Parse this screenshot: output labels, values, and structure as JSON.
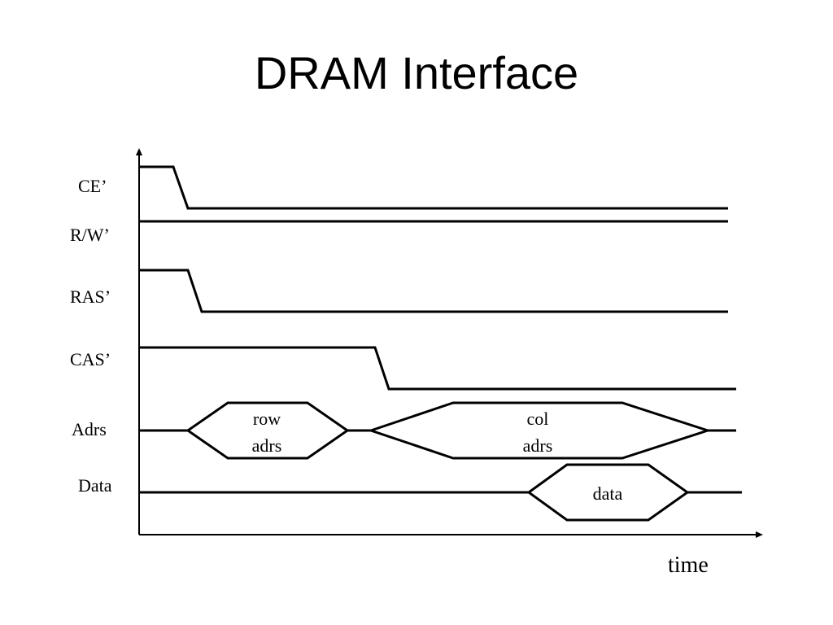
{
  "slide": {
    "title": "DRAM Interface"
  },
  "diagram": {
    "signals": [
      {
        "id": "ce",
        "label": "CE’"
      },
      {
        "id": "rw",
        "label": "R/W’"
      },
      {
        "id": "ras",
        "label": "RAS’"
      },
      {
        "id": "cas",
        "label": "CAS’"
      },
      {
        "id": "adrs",
        "label": "Adrs"
      },
      {
        "id": "data",
        "label": "Data"
      }
    ],
    "bus_segments": {
      "row_adrs": [
        "row",
        "adrs"
      ],
      "col_adrs": [
        "col",
        "adrs"
      ],
      "data": "data"
    },
    "x_axis_label": "time"
  }
}
